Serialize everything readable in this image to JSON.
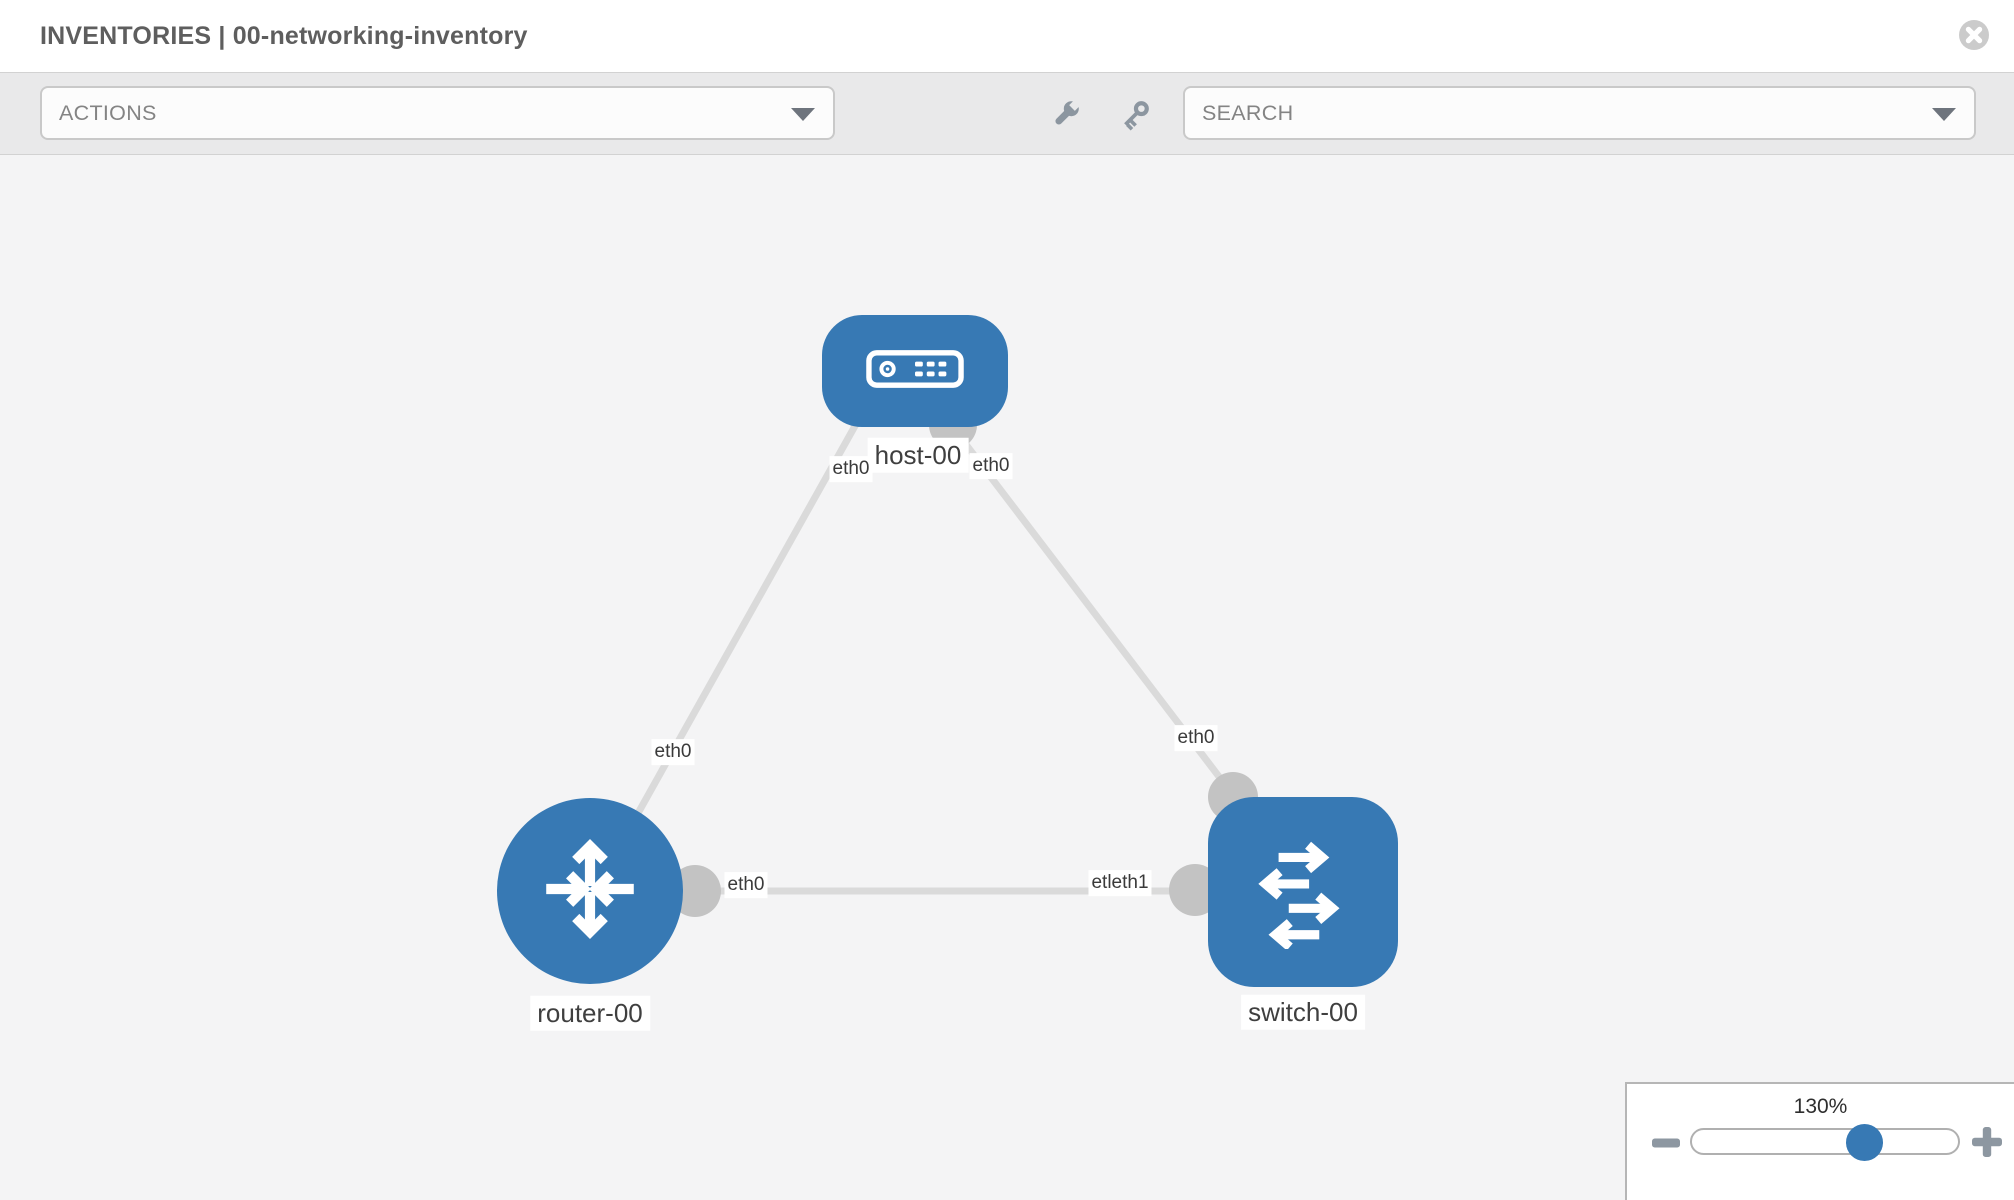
{
  "window": {
    "title": "INVENTORIES | 00-networking-inventory"
  },
  "toolbar": {
    "actions_label": "ACTIONS",
    "search_placeholder": "SEARCH"
  },
  "icons": {
    "close": "circle-x-icon",
    "wrench": "wrench-icon",
    "key": "key-icon",
    "actions_dropdown": "chevron-down-icon",
    "search_dropdown": "chevron-down-icon",
    "zoom_out": "minus-icon",
    "zoom_in": "plus-icon",
    "host": "server-icon",
    "router": "router-arrows-icon",
    "switch": "switch-arrows-icon"
  },
  "topology": {
    "nodes": [
      {
        "id": "host-00",
        "label": "host-00",
        "type": "host"
      },
      {
        "id": "router-00",
        "label": "router-00",
        "type": "router"
      },
      {
        "id": "switch-00",
        "label": "switch-00",
        "type": "switch"
      }
    ],
    "links": [
      {
        "from": "host-00",
        "to": "router-00"
      },
      {
        "from": "host-00",
        "to": "switch-00"
      },
      {
        "from": "router-00",
        "to": "switch-00"
      }
    ],
    "interface_labels": [
      {
        "label": "eth0",
        "position": "host-bottom-left"
      },
      {
        "label": "eth0",
        "position": "host-bottom-right"
      },
      {
        "label": "eth0",
        "position": "above-router"
      },
      {
        "label": "eth0",
        "position": "above-switch"
      },
      {
        "label": "eth0",
        "position": "middle-link-near-router"
      },
      {
        "label": "etleth1",
        "position": "middle-link-near-switch"
      }
    ]
  },
  "zoom_control": {
    "level": "130%"
  },
  "colors": {
    "node_blue": "#3779b4",
    "link_gray": "#dadada",
    "dot_gray": "#c3c3c3",
    "toolbar_bg": "#e9e9ea",
    "canvas_bg": "#f4f4f5"
  }
}
